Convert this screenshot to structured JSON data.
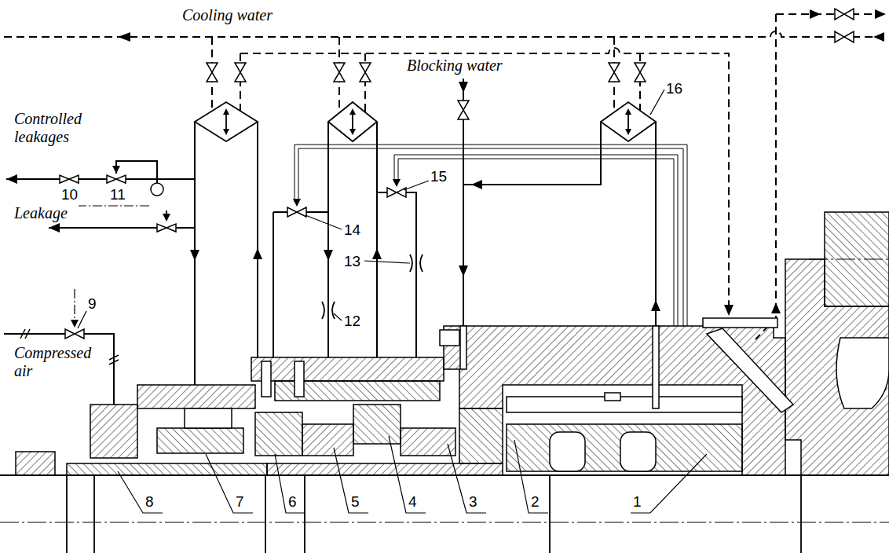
{
  "diagram": {
    "labels": [
      "Cooling water",
      "Controlled leakages",
      "Blocking water",
      "16",
      "15",
      "14",
      "10",
      "11",
      "Leakage",
      "13",
      "9",
      "12",
      "Compressed air",
      "8",
      "7",
      "6",
      "5",
      "4",
      "3",
      "2",
      "1"
    ]
  }
}
